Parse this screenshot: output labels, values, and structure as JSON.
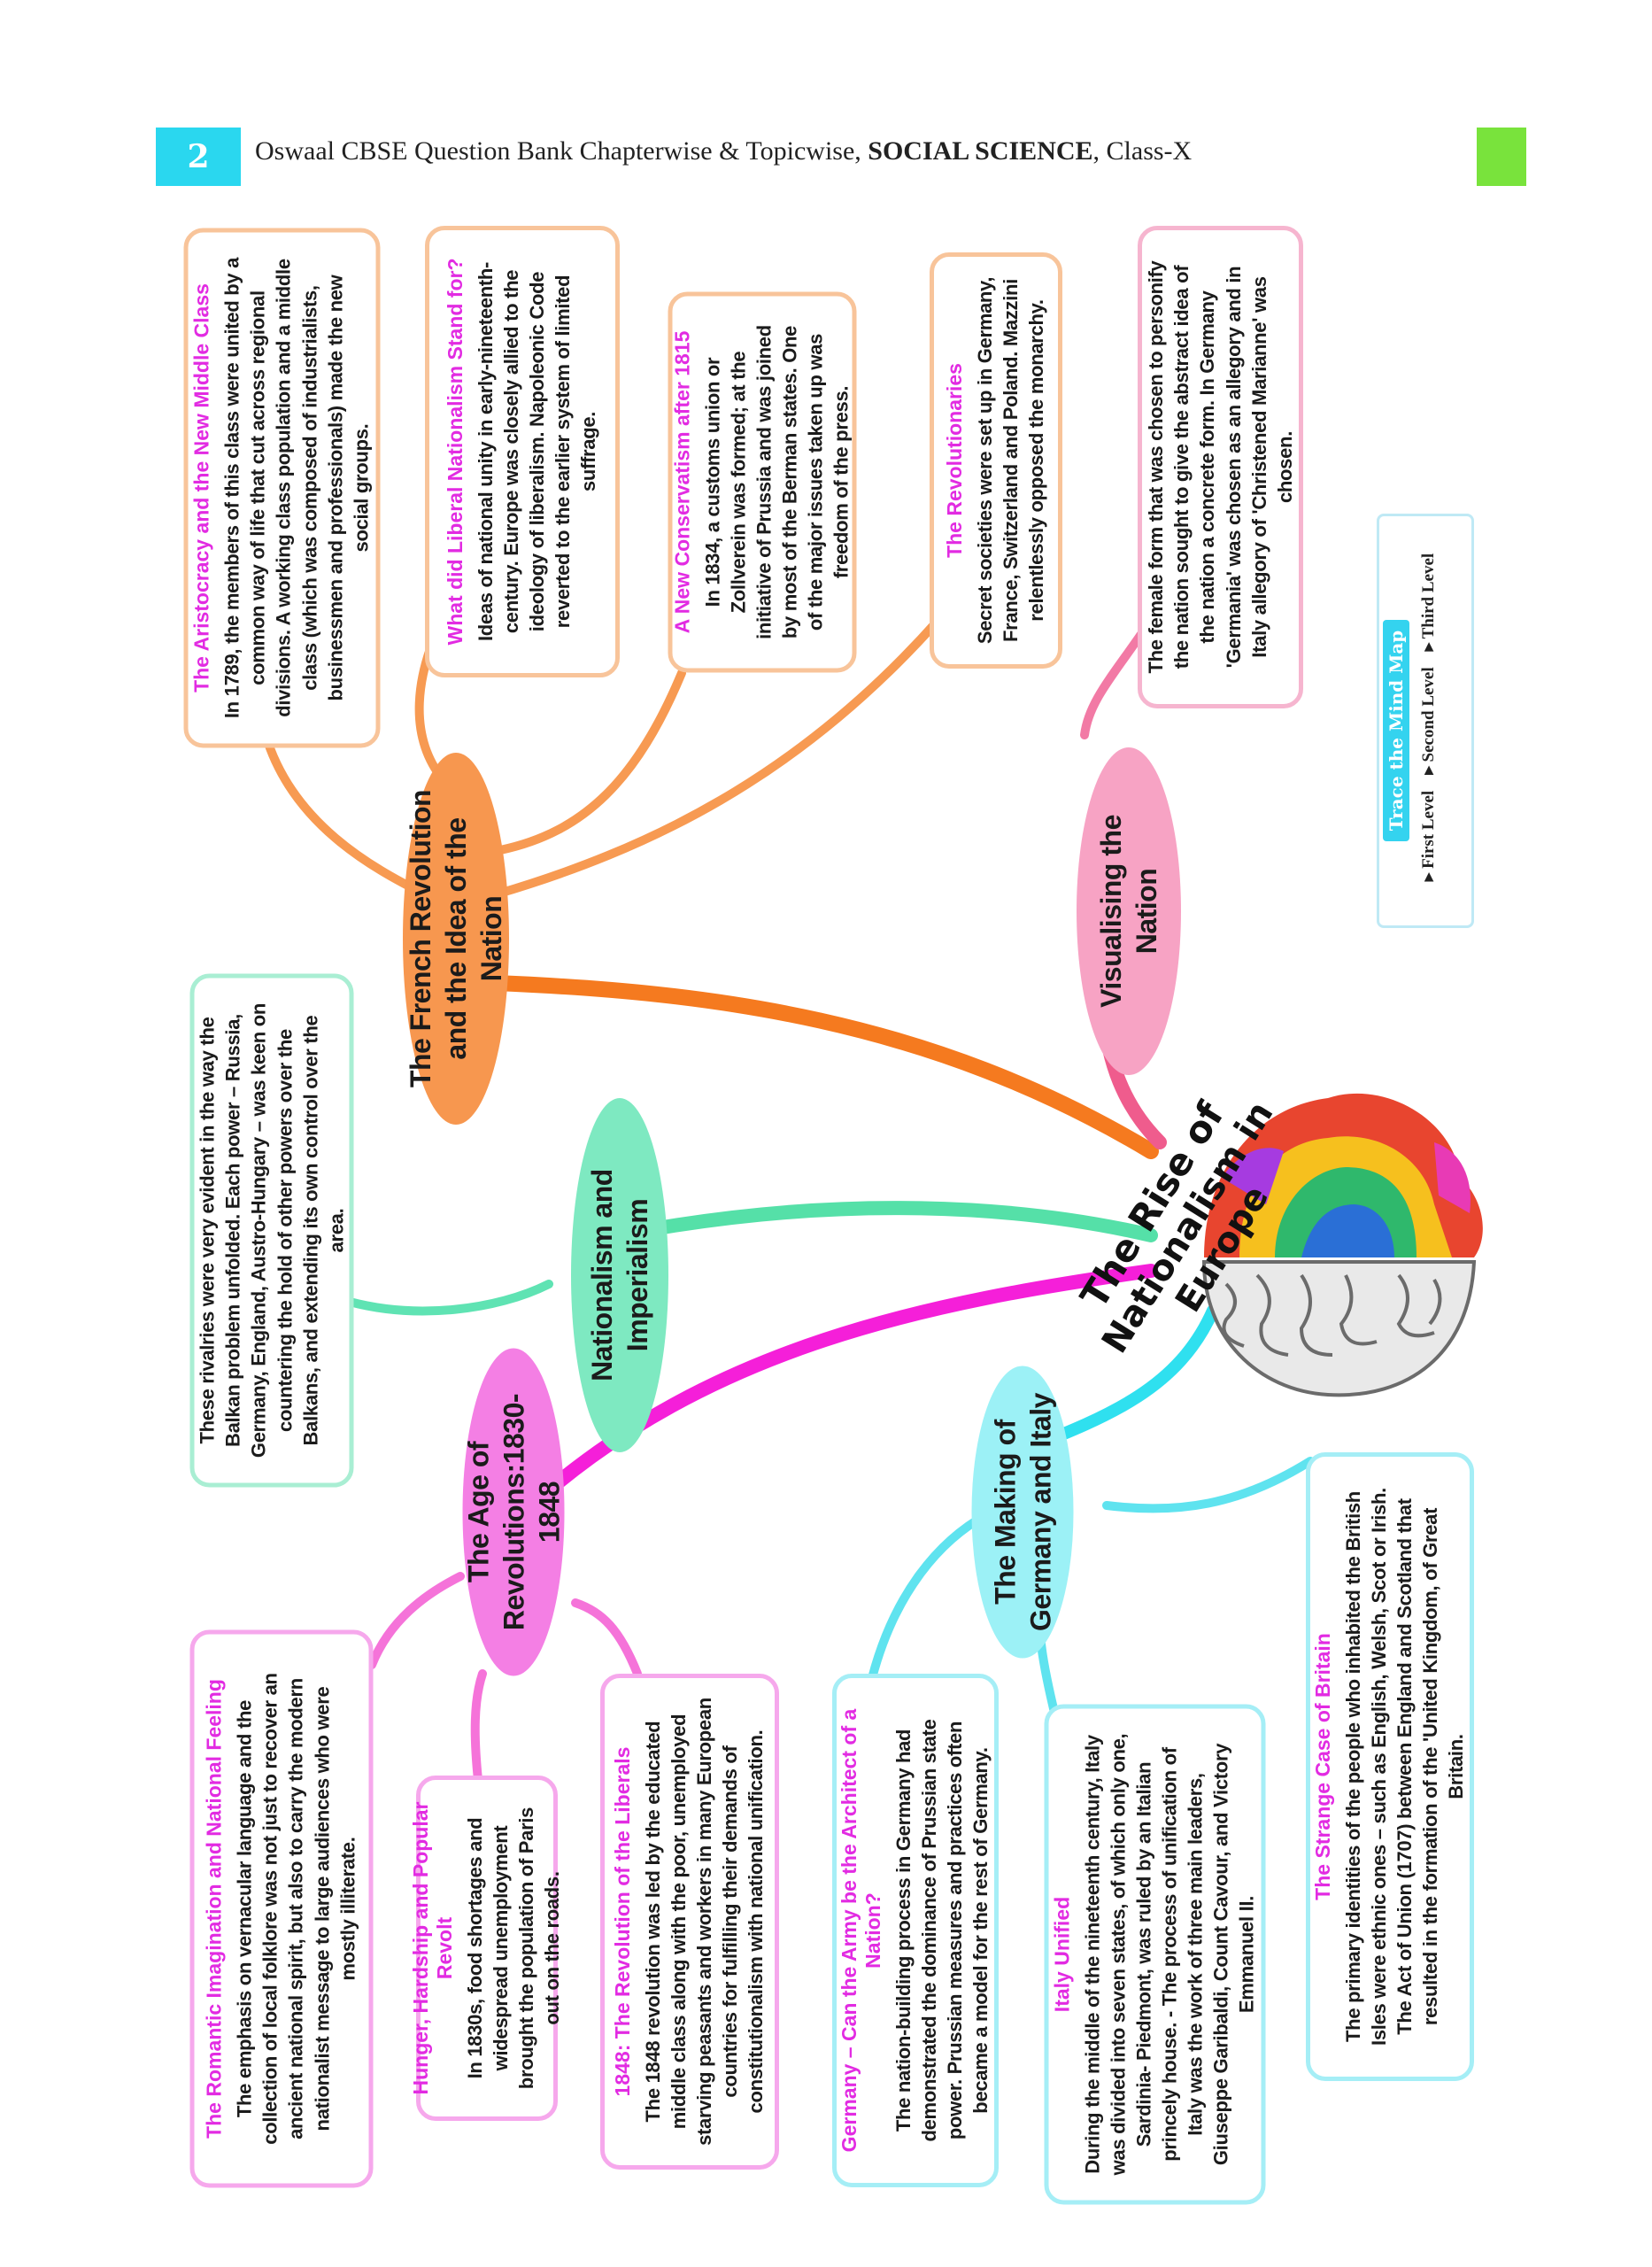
{
  "header": {
    "page_number": "2",
    "book_title": "Oswaal CBSE Question Bank Chapterwise & Topicwise, ",
    "subject": "SOCIAL SCIENCE",
    "class_text": ", Class-X"
  },
  "center": {
    "line1": "The Rise of",
    "line2": "Nationalism in Europe"
  },
  "colors": {
    "french": "#f79a52",
    "visual": "#f27aa5",
    "imperial": "#5fe3b3",
    "age": "#f51fd9",
    "germany": "#3ee0ec"
  },
  "nodes": {
    "french": "The French Revolution and the Idea of the Nation",
    "visual": "Visualising the Nation",
    "imperial": "Nationalism and Imperialism",
    "age": "The Age of Revolutions:1830-1848",
    "germany": "The Making of Germany and Italy"
  },
  "cards": {
    "aristocracy": {
      "title": "The Aristocracy and the New Middle Class",
      "body": "In 1789, the members of this class were united by a common way of life that cut across regional divisions. A working class population and a middle class (which was composed of industrialists, businessmen and professionals) made the new social groups."
    },
    "liberal": {
      "title": "What did Liberal Nationalism Stand for?",
      "body": "Ideas of national unity in early-nineteenth-century. Europe was closely allied to the ideology of liberalism. Napoleonic Code reverted to the earlier system of limited suffrage."
    },
    "conservatism": {
      "title": "A New Conservatism after 1815",
      "body": "In 1834, a customs union or Zollverein was formed; at the initiative of Prussia and was joined by most of the Berman states. One of the major issues taken up was freedom of the press."
    },
    "revolutionaries": {
      "title": "The Revolutionaries",
      "body": "Secret societies were set up in Germany, France, Switzerland and Poland. Mazzini relentlessly opposed the monarchy."
    },
    "marianne": {
      "title": "",
      "body": "The female form that was chosen to personify the nation sought to give the abstract idea of the nation a concrete form. In Germany 'Germania' was chosen as an allegory and in Italy allegory of 'Christened Marianne' was chosen."
    },
    "balkan": {
      "title": "",
      "body": "These rivalries were very evident in the way the Balkan problem unfolded. Each power – Russia, Germany, England, Austro-Hungary – was keen on countering the hold of other powers over the Balkans, and extending its own control over the area."
    },
    "romantic": {
      "title": "The Romantic Imagination and National Feeling",
      "body": "The emphasis on vernacular language and the collection of local folklore was not just to recover an ancient national spirit, but also to carry the modern nationalist message to large audiences who were mostly illiterate."
    },
    "hunger": {
      "title": "Hunger, Hardship and Popular Revolt",
      "body": "In 1830s, food shortages and widespread unemployment brought the population of Paris out on the roads."
    },
    "liberals1848": {
      "title": "1848: The Revolution of the Liberals",
      "body": "The 1848 revolution was led by the educated middle class along with the poor, unemployed starving peasants and workers in many European countries for fulfilling their demands of constitutionalism with national unification."
    },
    "army": {
      "title": "Germany – Can the Army be the Architect of a Nation?",
      "body": "The nation-building process in Germany had demonstrated the dominance of Prussian state power. Prussian measures and practices often became a model for the rest of Germany."
    },
    "italy": {
      "title": "Italy Unified",
      "body": "During the middle of the nineteenth century, Italy was divided into seven states, of which only one, Sardinia- Piedmont, was ruled by an Italian princely house. - The process of unification of Italy was the work of three main leaders, Giuseppe Garibaldi, Count Cavour, and Victory Emmanuel II."
    },
    "britain": {
      "title": "The Strange Case of Britain",
      "body": "The primary identities of the people who inhabited the British Isles were ethnic ones – such as English, Welsh, Scot or Irish. The Act of Union (1707) between England and Scotland that resulted in the formation of the 'United Kingdom, of Great Britain."
    }
  },
  "legend": {
    "title": "Trace the Mind Map",
    "first": "First Level",
    "second": "Second Level",
    "third": "Third Level"
  }
}
